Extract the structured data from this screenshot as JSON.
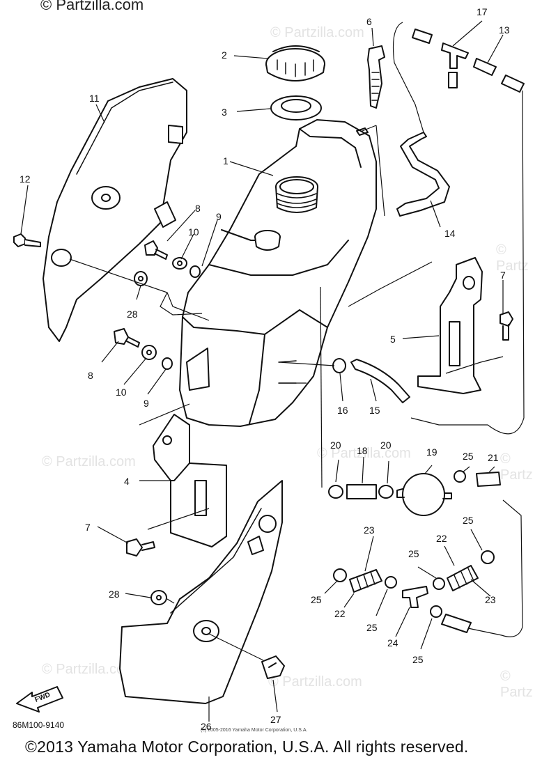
{
  "watermark": {
    "primary": "© Partzilla.com",
    "faint": "© Partzilla.com",
    "faint_side": "© Partz"
  },
  "diagram_code": "86M100-9140",
  "small_copyright": "(c) 2005-2016 Yamaha Motor Corporation, U.S.A.",
  "footer_copyright": "©2013 Yamaha Motor Corporation, U.S.A. All rights reserved.",
  "fwd_label": "FWD",
  "callouts": [
    {
      "num": "1"
    },
    {
      "num": "2"
    },
    {
      "num": "3"
    },
    {
      "num": "4"
    },
    {
      "num": "5"
    },
    {
      "num": "6"
    },
    {
      "num": "7"
    },
    {
      "num": "7"
    },
    {
      "num": "8"
    },
    {
      "num": "8"
    },
    {
      "num": "9"
    },
    {
      "num": "9"
    },
    {
      "num": "10"
    },
    {
      "num": "10"
    },
    {
      "num": "11"
    },
    {
      "num": "12"
    },
    {
      "num": "13"
    },
    {
      "num": "14"
    },
    {
      "num": "15"
    },
    {
      "num": "16"
    },
    {
      "num": "17"
    },
    {
      "num": "18"
    },
    {
      "num": "19"
    },
    {
      "num": "20"
    },
    {
      "num": "20"
    },
    {
      "num": "21"
    },
    {
      "num": "22"
    },
    {
      "num": "22"
    },
    {
      "num": "23"
    },
    {
      "num": "23"
    },
    {
      "num": "24"
    },
    {
      "num": "25"
    },
    {
      "num": "25"
    },
    {
      "num": "25"
    },
    {
      "num": "25"
    },
    {
      "num": "25"
    },
    {
      "num": "25"
    },
    {
      "num": "26"
    },
    {
      "num": "27"
    },
    {
      "num": "28"
    },
    {
      "num": "28"
    }
  ]
}
